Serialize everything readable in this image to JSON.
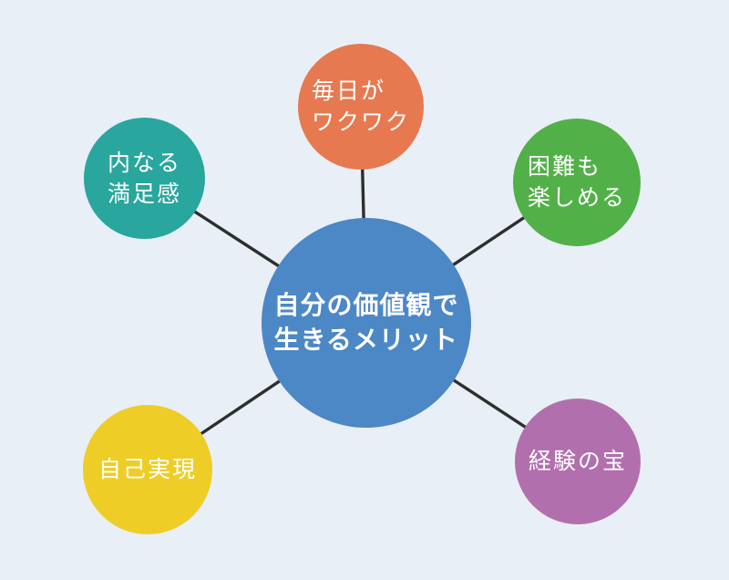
{
  "diagram": {
    "background": "#e9eff7",
    "line_color": "#2e2e2e",
    "text_color": "#ffffff",
    "center": {
      "label": "自分の価値観で\n生きるメリット",
      "color": "#4c87c6"
    },
    "nodes": [
      {
        "id": "daily-excitement",
        "position": "top",
        "label": "毎日が\nワクワク",
        "color": "#e77950"
      },
      {
        "id": "inner-satisfaction",
        "position": "top-left",
        "label": "内なる\n満足感",
        "color": "#29a69d"
      },
      {
        "id": "enjoy-difficulties",
        "position": "top-right",
        "label": "困難も\n楽しめる",
        "color": "#52b049"
      },
      {
        "id": "self-actualization",
        "position": "bottom-left",
        "label": "自己実現",
        "color": "#eecd27"
      },
      {
        "id": "treasure-of-experience",
        "position": "bottom-right",
        "label": "経験の宝",
        "color": "#b26fad"
      }
    ]
  }
}
